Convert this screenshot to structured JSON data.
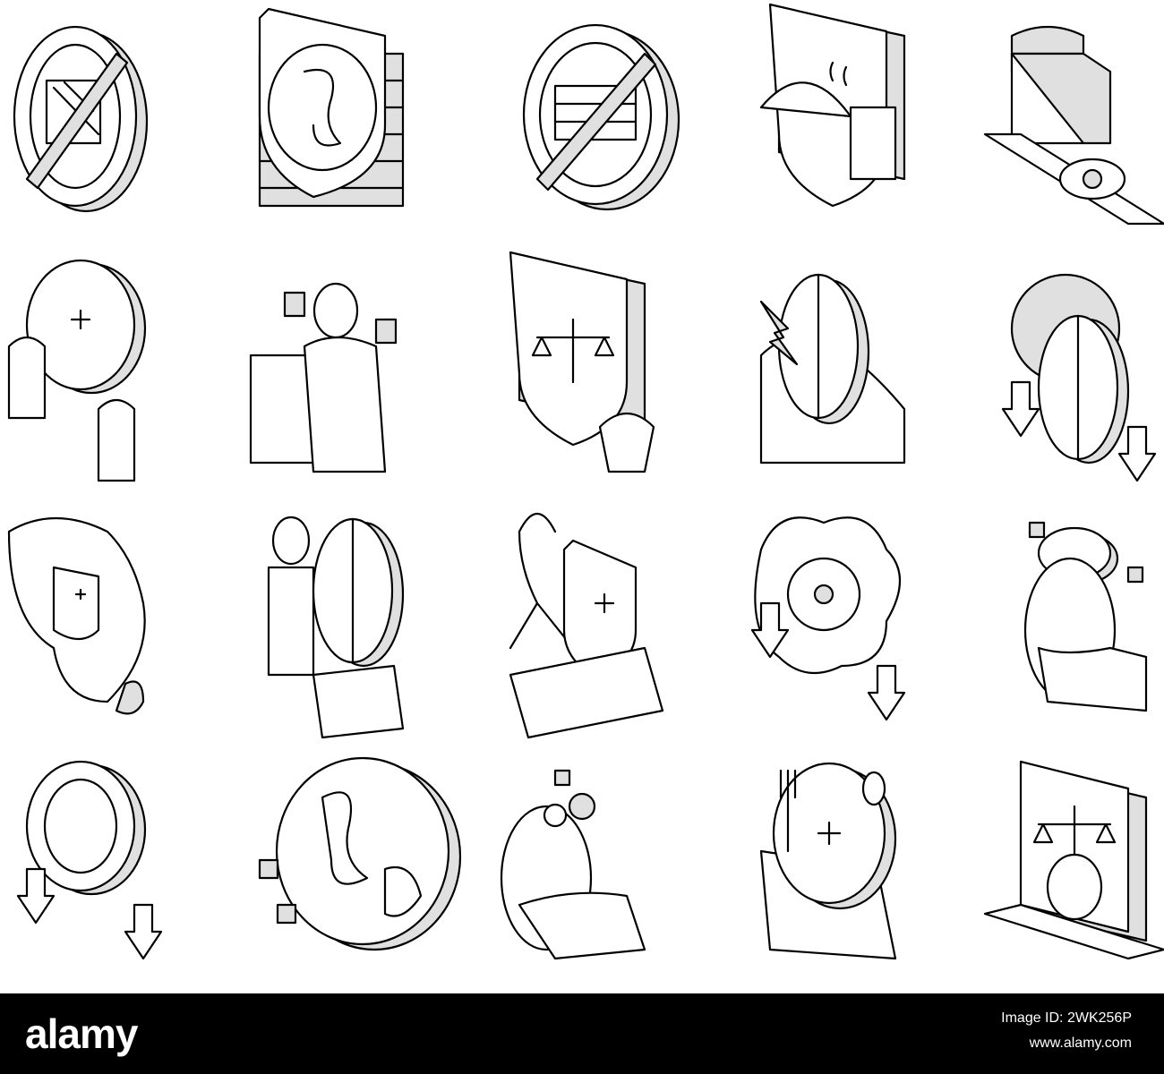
{
  "footer": {
    "brand": "alamy",
    "image_id_label": "Image ID:",
    "image_id": "2WK256P",
    "site": "www.alamy.com"
  },
  "colors": {
    "line": "#000000",
    "fill": "#ffffff",
    "shade": "#e0e0e0",
    "footer_bg": "#000000",
    "footer_text": "#ffffff"
  },
  "icons": [
    "prohibition-sign-icon",
    "shield-globe-wall-icon",
    "prohibition-sign-icon",
    "shield-food-bowl-icon",
    "wall-with-eye-icon",
    "medical-coin-people-icon",
    "businessman-wallet-icon",
    "shield-scales-money-bag-icon",
    "coin-lightning-icon",
    "gear-coin-arrows-icon",
    "africa-map-medical-icon",
    "person-coin-chart-icon",
    "ribbon-medical-shield-icon",
    "radiation-cloud-icon",
    "hand-holding-coins-icon",
    "coin-down-arrows-icon",
    "globe-icon",
    "hand-people-icon",
    "medical-coin-fork-spoon-icon",
    "scales-of-justice-icon"
  ]
}
